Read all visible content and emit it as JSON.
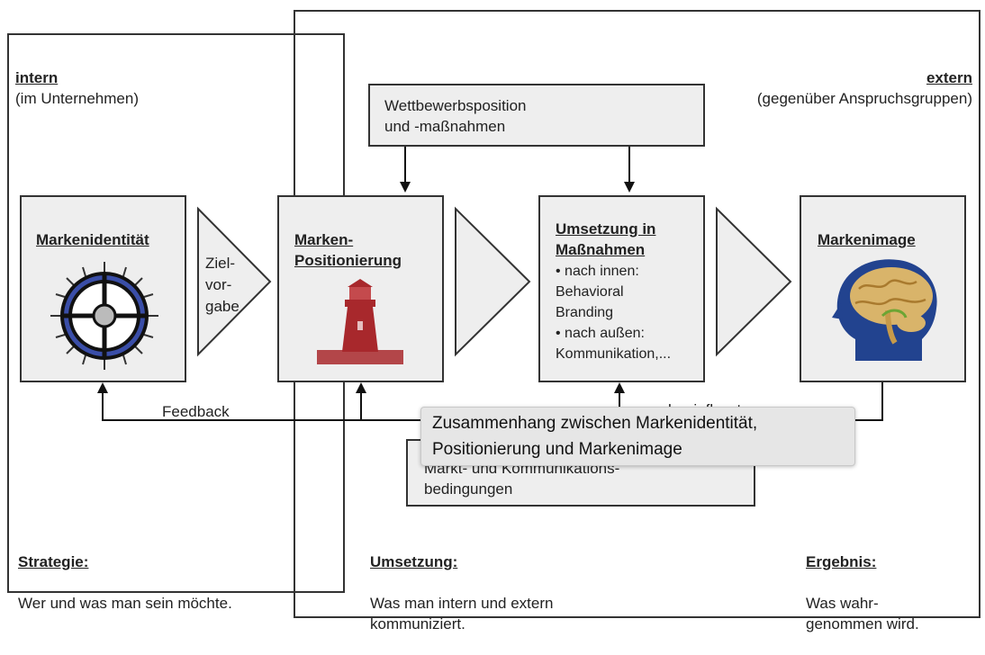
{
  "intern": {
    "title": "intern",
    "subtitle": "(im Unternehmen)"
  },
  "extern": {
    "title": "extern",
    "subtitle": "(gegenüber Anspruchsgruppen)"
  },
  "competition_box": "Wettbewerbsposition\nund -maßnahmen",
  "market_box": "Markt- und Kommunikations-\nbedingungen",
  "boxes": {
    "identity": {
      "title": "Markenidentität"
    },
    "positioning": {
      "title": "Marken-\nPositionierung"
    },
    "implementation": {
      "title": "Umsetzung in\nMaßnahmen",
      "body": "• nach innen:\n   Behavioral\n   Branding\n• nach außen:\n   Kommunikation,..."
    },
    "image": {
      "title": "Markenimage"
    }
  },
  "arrow_label": "Ziel-\nvor-\ngabe",
  "feedback_label": "Feedback",
  "influence_label": "beeinflusst",
  "bottom": {
    "strategy": {
      "title": "Strategie:",
      "text": "Wer und was man sein möchte."
    },
    "execution": {
      "title": "Umsetzung:",
      "text": "Was man intern und extern\nkommuniziert."
    },
    "result": {
      "title": "Ergebnis:",
      "text": "Was wahr-\ngenommen wird."
    }
  },
  "tooltip": "Zusammenhang zwischen Markenidentität,\nPositionierung und Markenimage",
  "colors": {
    "lighthouse": "#a8282c",
    "compass_ring": "#3a4ea8",
    "brain": "#d9b46a",
    "head": "#22438f"
  }
}
